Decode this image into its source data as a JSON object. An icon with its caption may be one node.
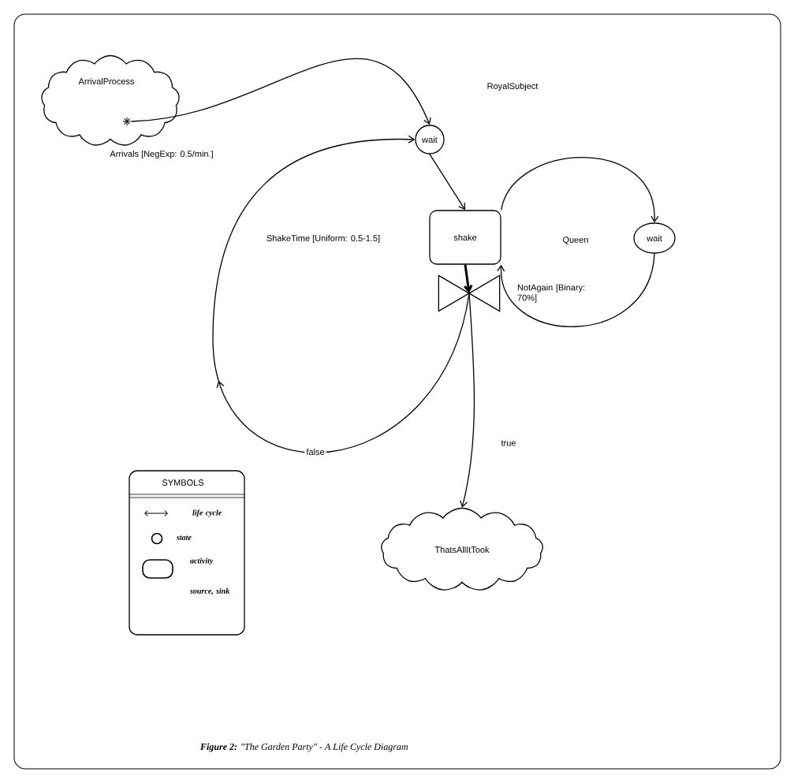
{
  "diagram": {
    "caption": "**Figure 2:**   \"The Garden Party\" - A Life Cycle Diagram",
    "nodes": [
      {
        "text": [
          "ArrivalProcess"
        ],
        "beside": [
          "Arrivals [NegExp: 0.5/min.]"
        ]
      },
      {
        "text": [],
        "shape": "asterisk",
        "in": 0
      },
      {
        "text": [
          "wait"
        ]
      },
      {
        "text": [
          "shake"
        ]
      },
      {
        "text": [
          "wait"
        ]
      },
      {
        "text": [],
        "shape": "bowtie",
        "beside": [
          "NotAgain [Binary: 70%]"
        ]
      },
      {
        "text": [
          "ThatsAllItTook"
        ]
      },
      {
        "text": [
          "SYMBOLS"
        ]
      }
    ],
    "edges": [
      {
        "from": 1,
        "to": 2,
        "arrow": "to"
      },
      {
        "from": 2,
        "to": 3,
        "arrow": "to"
      },
      {
        "from": 3,
        "to": 4,
        "arrow": "to"
      },
      {
        "from": 4,
        "to": 3,
        "arrow": "to"
      },
      {
        "from": 3,
        "to": 5,
        "arrow": "to",
        "style": "thick"
      },
      {
        "from": 5,
        "to": 2,
        "arrow": "to",
        "label": "false"
      },
      {
        "from": 5,
        "to": 6,
        "arrow": "to",
        "label": "true"
      }
    ],
    "labels": [
      "RoyalSubject",
      "ShakeTime [Uniform: 0.5-1.5]",
      "Queen"
    ],
    "legend": [
      {
        "text": "life cycle"
      },
      {
        "text": "state"
      },
      {
        "text": "activity"
      },
      {
        "text": "source, sink"
      }
    ]
  }
}
